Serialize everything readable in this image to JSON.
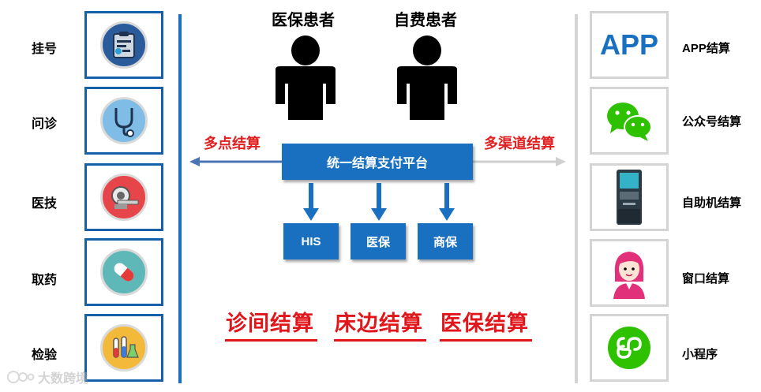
{
  "left_items": [
    {
      "label": "挂号",
      "icon": "registration-icon"
    },
    {
      "label": "问诊",
      "icon": "stethoscope-icon"
    },
    {
      "label": "医技",
      "icon": "ct-scanner-icon"
    },
    {
      "label": "取药",
      "icon": "pill-icon"
    },
    {
      "label": "检验",
      "icon": "test-tube-icon"
    }
  ],
  "patients": [
    {
      "label": "医保患者",
      "icon": "person-icon"
    },
    {
      "label": "自费患者",
      "icon": "person-icon"
    }
  ],
  "platform": "统一结算支付平台",
  "left_arrow_label": "多点结算",
  "right_arrow_label": "多渠道结算",
  "systems": [
    "HIS",
    "医保",
    "商保"
  ],
  "settlements": [
    "诊间结算",
    "床边结算",
    "医保结算"
  ],
  "right_items": [
    {
      "label": "APP结算",
      "icon_text": "APP",
      "icon": "app-text-icon"
    },
    {
      "label": "公众号结算",
      "icon": "wechat-icon"
    },
    {
      "label": "自助机结算",
      "icon": "kiosk-icon"
    },
    {
      "label": "窗口结算",
      "icon": "cashier-woman-icon"
    },
    {
      "label": "小程序",
      "icon": "mini-program-icon"
    }
  ],
  "watermark": "大数跨境",
  "colors": {
    "blue": "#1a70c0",
    "red": "#e0161b",
    "grey": "#d4d4d4",
    "wechat_green": "#2dc100"
  }
}
